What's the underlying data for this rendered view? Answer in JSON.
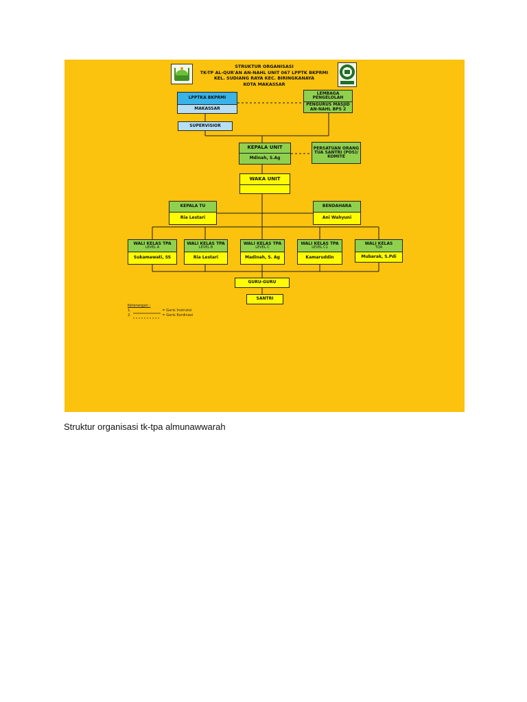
{
  "title_lines": [
    "STRUKTUR ORGANISASI",
    "TK-TP AL-QUR'AN AN-NAHL UNIT 067 LPPTK BKPRMI",
    "KEL. SUDIANG RAYA KEC. BIRINGKANAYA",
    "KOTA MAKASSAR"
  ],
  "lpptka": {
    "top": "LPPTKA BKPRMI",
    "bottom": "MAKASSAR"
  },
  "lembaga": {
    "top": "LEMBAGA PENGELOLAH",
    "bottom": "PENGURUS MASJID AN-NAHL BPS 2"
  },
  "supervisior": "SUPERVISIOR",
  "kepala_unit": {
    "role": "KEPALA UNIT",
    "name": "Mdinah, S.Ag"
  },
  "persatuan": "PERSATUAN ORANG TUA SANTRI (POS)/ KOMITE",
  "waka_unit": "WAKA UNIT",
  "kepala_tu": {
    "role": "KEPALA TU",
    "name": "Ria Lestari"
  },
  "bendahara": {
    "role": "BENDAHARA",
    "name": "Ani Wahyuni"
  },
  "wali_kelas": [
    {
      "role": "WALI KELAS TPA",
      "level": "LEVEL A",
      "name": "Sukamawati, SS"
    },
    {
      "role": "WALI KELAS TPA",
      "level": "LEVEL B",
      "name": "Ria Lestari"
    },
    {
      "role": "WALI KELAS TPA",
      "level": "LEVEL C",
      "name": "Madinah, S. Ag"
    },
    {
      "role": "WALI KELAS TPA",
      "level": "LEVEL C1",
      "name": "Kamaruddin"
    },
    {
      "role": "WALI KELAS",
      "level": "TQA",
      "name": "Mubarak, S.Pdi"
    }
  ],
  "guru": "GURU-GURU",
  "santri": "SANTRI",
  "legend": {
    "title": "Keterangan :",
    "line1_prefix": "1.",
    "line1_label": "= Garis Instruksi",
    "line2_prefix": "2.",
    "line2_label": "= Garis Kordinasi"
  },
  "caption": "Struktur organisasi tk-tpa almunawwarah",
  "colors": {
    "background": "#fbc20e",
    "green": "#8fd14f",
    "yellow": "#fffb03",
    "blue": "#39b3e8"
  }
}
